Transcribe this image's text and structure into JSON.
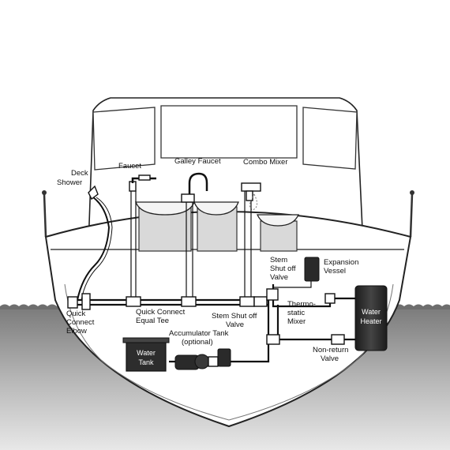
{
  "labels": {
    "deck_shower_1": "Deck",
    "deck_shower_2": "Shower",
    "faucet": "Faucet",
    "galley_faucet": "Galley Faucet",
    "combo_mixer": "Combo Mixer",
    "stem_shutoff_top_1": "Stem",
    "stem_shutoff_top_2": "Shut off",
    "stem_shutoff_top_3": "Valve",
    "expansion_vessel_1": "Expansion",
    "expansion_vessel_2": "Vessel",
    "quick_connect_elbow_1": "Quick",
    "quick_connect_elbow_2": "Connect",
    "quick_connect_elbow_3": "Elbow",
    "quick_connect_tee_1": "Quick Connect",
    "quick_connect_tee_2": "Equal Tee",
    "stem_shutoff_bottom_1": "Stem Shut off",
    "stem_shutoff_bottom_2": "Valve",
    "thermostatic_mixer_1": "Thermo-",
    "thermostatic_mixer_2": "static",
    "thermostatic_mixer_3": "Mixer",
    "water_heater_1": "Water",
    "water_heater_2": "Heater",
    "accumulator_tank_1": "Accumulator Tank",
    "accumulator_tank_2": "(optional)",
    "water_tank_1": "Water",
    "water_tank_2": "Tank",
    "non_return_valve_1": "Non-return",
    "non_return_valve_2": "Valve"
  },
  "colors": {
    "sea": "#8a8a8a",
    "hull_below": "#ffffff",
    "pipe": "#111111",
    "equipment": "#2a2a2a"
  }
}
